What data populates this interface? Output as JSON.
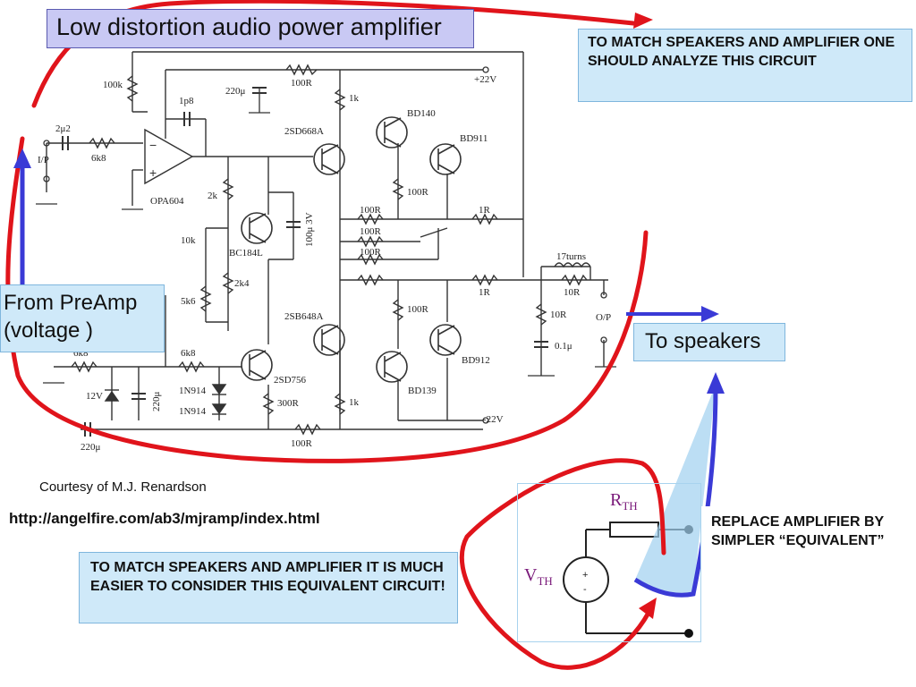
{
  "title": "Low distortion audio power amplifier",
  "callout_top": "TO MATCH SPEAKERS AND AMPLIFIER ONE SHOULD ANALYZE THIS CIRCUIT",
  "callout_bottom": "TO MATCH SPEAKERS AND AMPLIFIER IT IS MUCH EASIER TO CONSIDER THIS EQUIVALENT CIRCUIT!",
  "callout_replace": "REPLACE AMPLIFIER BY SIMPLER “EQUIVALENT”",
  "preamp_label": "From PreAmp (voltage )",
  "speakers_label": "To speakers",
  "courtesy": "Courtesy of M.J. Renardson",
  "url": "http://angelfire.com/ab3/mjramp/index.html",
  "equivalent": {
    "r_main": "R",
    "r_sub": "TH",
    "v_main": "V",
    "v_sub": "TH",
    "plus": "+",
    "minus": "-"
  },
  "schematic_labels": {
    "r100k": "100k",
    "c2u2": "2μ2",
    "r6k8_in": "6k8",
    "ip": "I/P",
    "c1p8": "1p8",
    "opamp": "OPA604",
    "c220u_top": "220μ",
    "r100R_top": "100R",
    "vplus": "+22V",
    "r1k_top": "1k",
    "q_2sd668a": "2SD668A",
    "q_bd140": "BD140",
    "q_bd911": "BD911",
    "r2k": "2k",
    "q_bc184l": "BC184L",
    "c100u3v": "100μ 3V",
    "r100R_e": "100R",
    "r100R_1": "100R",
    "r1R_top": "1R",
    "r100R_2": "100R",
    "r100R_3": "100R",
    "r10k": "10k",
    "r2k4": "2k4",
    "r5k6": "5k6",
    "turns": "17turns",
    "r1R_bot": "1R",
    "r10R_a": "10R",
    "r10R_b": "10R",
    "op": "O/P",
    "c0u1": "0.1μ",
    "q_2sb648a": "2SB648A",
    "r100R_low": "100R",
    "q_bd912": "BD912",
    "q_bd139": "BD139",
    "r6k8_l": "6k8",
    "r6k8_b": "6k8",
    "q_2sd756": "2SD756",
    "d1": "1N914",
    "d2": "1N914",
    "z12v": "12V",
    "c220u_l": "220μ",
    "r300R": "300R",
    "r1k_b": "1k",
    "r100R_bot": "100R",
    "vminus": "-22V",
    "c220u_bot": "220μ"
  }
}
